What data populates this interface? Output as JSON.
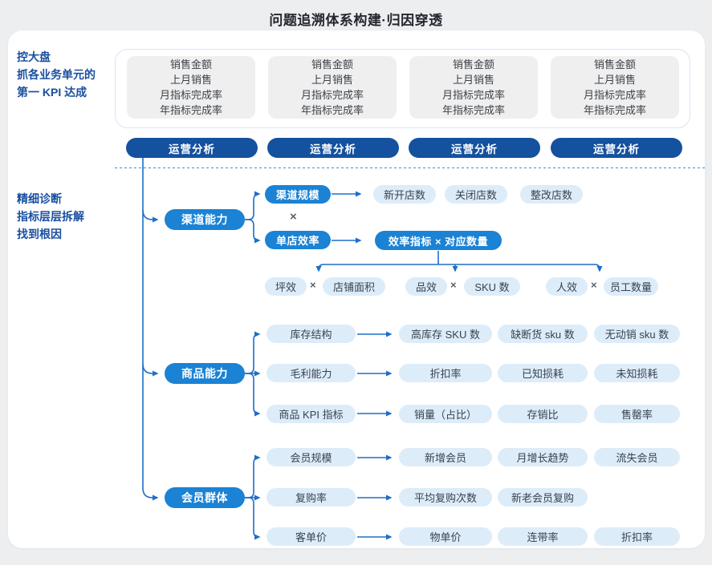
{
  "title": "问题追溯体系构建·归因穿透",
  "colors": {
    "page_bg": "#eceef0",
    "card_bg": "#ffffff",
    "navy_button": "#14519f",
    "blue_pill": "#1b82d4",
    "light_pill": "#ddecf9",
    "line": "#1e6ec8",
    "note_text": "#1a4fa0"
  },
  "left_notes": {
    "top": [
      "控大盘",
      "抓各业务单元的",
      "第一 KPI 达成"
    ],
    "bottom": [
      "精细诊断",
      "指标层层拆解",
      "找到根因"
    ]
  },
  "kpi_card_lines": [
    "销售金额",
    "上月销售",
    "月指标完成率",
    "年指标完成率"
  ],
  "nav_button_label": "运营分析",
  "operator": "×",
  "branches": {
    "channel": {
      "label": "渠道能力",
      "sub1": {
        "label": "渠道规模",
        "leaves": [
          "新开店数",
          "关闭店数",
          "整改店数"
        ]
      },
      "sub2": {
        "label": "单店效率",
        "result": "效率指标 × 对应数量",
        "pairs": [
          {
            "left": "坪效",
            "right": "店铺面积"
          },
          {
            "left": "品效",
            "right": "SKU 数"
          },
          {
            "left": "人效",
            "right": "员工数量"
          }
        ]
      }
    },
    "product": {
      "label": "商品能力",
      "rows": [
        {
          "label": "库存结构",
          "leaves": [
            "高库存 SKU 数",
            "缺断货 sku 数",
            "无动销 sku 数"
          ]
        },
        {
          "label": "毛利能力",
          "leaves": [
            "折扣率",
            "已知损耗",
            "未知损耗"
          ]
        },
        {
          "label": "商品 KPI 指标",
          "leaves": [
            "销量（占比）",
            "存销比",
            "售罄率"
          ]
        }
      ]
    },
    "member": {
      "label": "会员群体",
      "rows": [
        {
          "label": "会员规模",
          "leaves": [
            "新增会员",
            "月增长趋势",
            "流失会员"
          ]
        },
        {
          "label": "复购率",
          "leaves": [
            "平均复购次数",
            "新老会员复购"
          ]
        },
        {
          "label": "客单价",
          "leaves": [
            "物单价",
            "连带率",
            "折扣率"
          ]
        }
      ]
    }
  }
}
